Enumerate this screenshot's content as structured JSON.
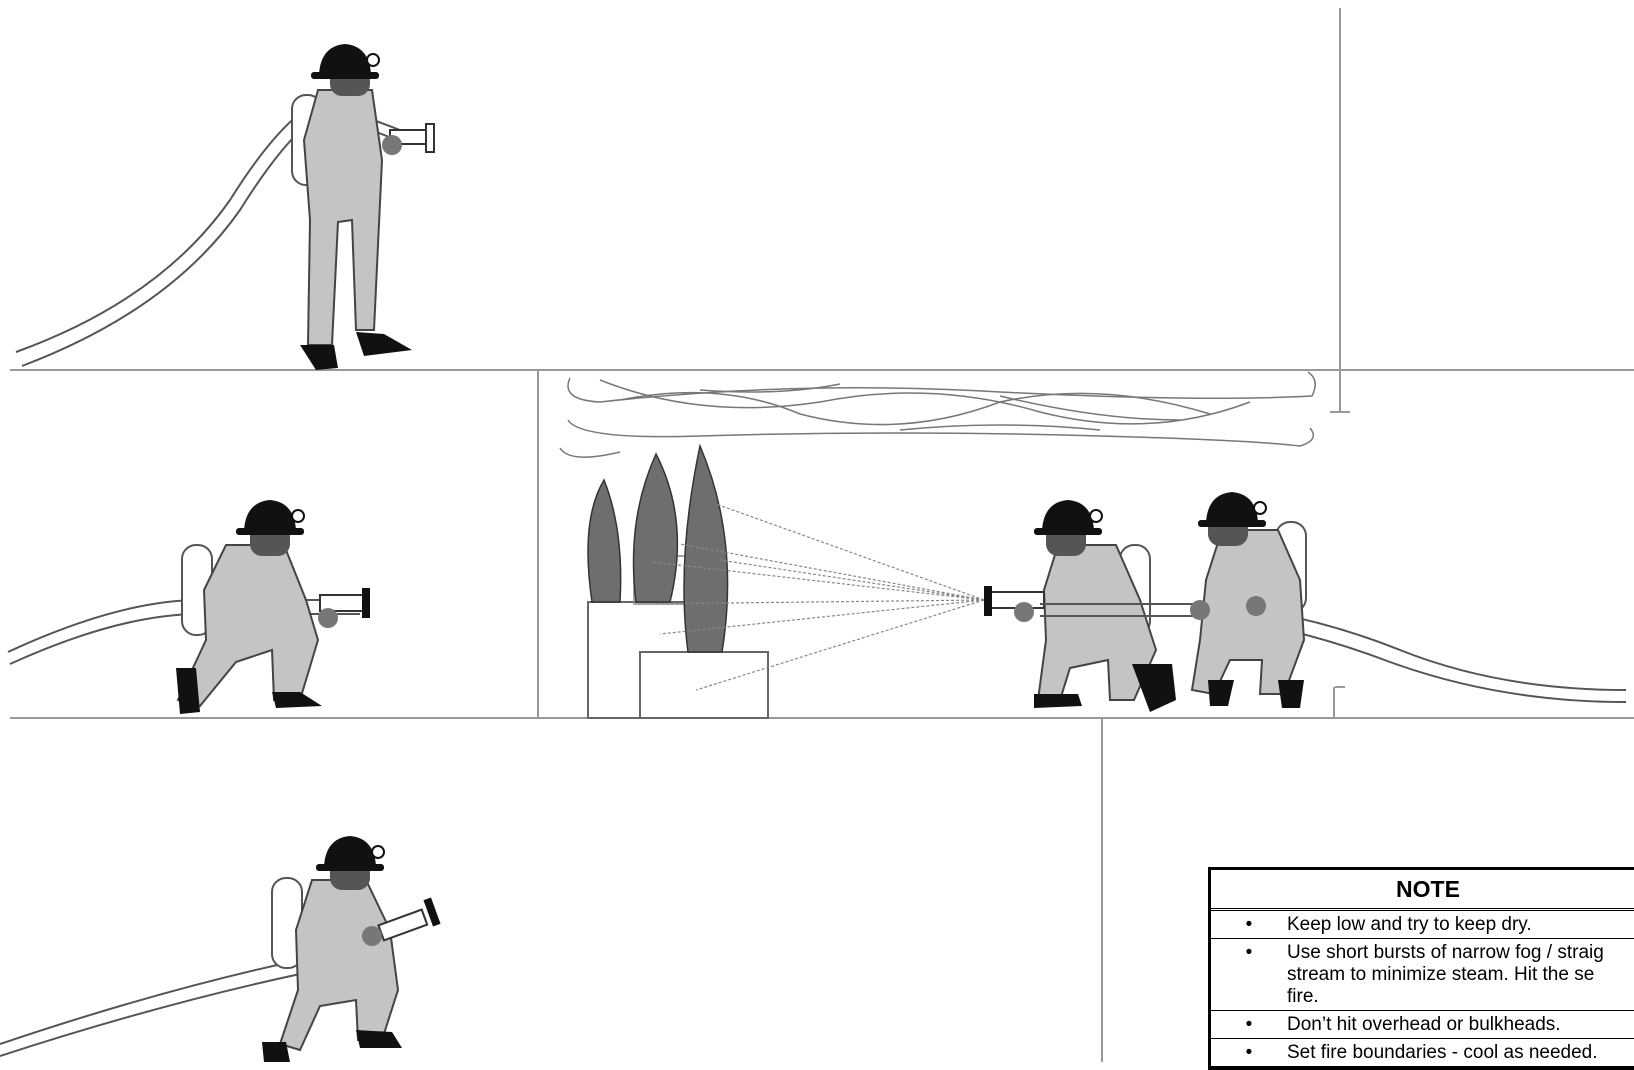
{
  "note": {
    "title": "NOTE",
    "items": [
      "Keep low and try to keep dry.",
      "Use short bursts of narrow fog / straig",
      "stream to minimize steam. Hit the se",
      "fire.",
      "Don’t hit overhead or bulkheads.",
      "Set fire boundaries - cool as needed."
    ]
  },
  "colors": {
    "suit": "#c4c4c4",
    "line": "#8a8a8a",
    "flame": "#6e6e6e",
    "helmet": "#111111"
  }
}
